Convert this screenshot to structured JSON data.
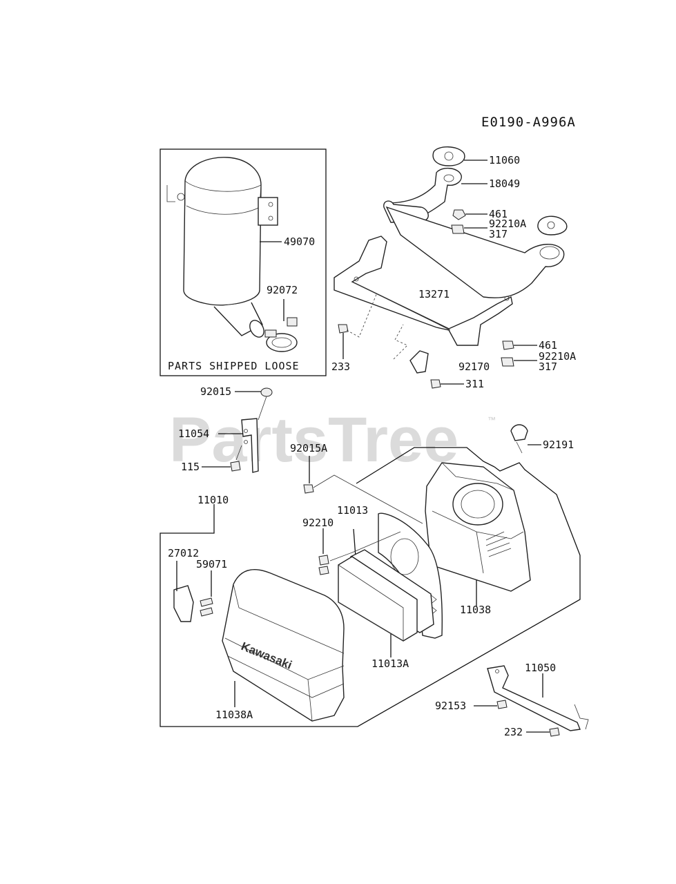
{
  "diagram": {
    "code": "E0190-A996A",
    "watermark": "PartsTree",
    "trademark": "™",
    "note": "PARTS SHIPPED LOOSE",
    "brand_text": "Kawasaki",
    "callouts": {
      "p11060": "11060",
      "p18049": "18049",
      "p461a": "461",
      "p92210a_a": "92210A",
      "p317a": "317",
      "p13271": "13271",
      "p233": "233",
      "p461b": "461",
      "p92210a_b": "92210A",
      "p317b": "317",
      "p92170": "92170",
      "p311": "311",
      "p49070": "49070",
      "p92072": "92072",
      "p92015": "92015",
      "p11054": "11054",
      "p115": "115",
      "p92015a": "92015A",
      "p92191": "92191",
      "p11010": "11010",
      "p11013": "11013",
      "p92210": "92210",
      "p27012": "27012",
      "p59071": "59071",
      "p11038": "11038",
      "p11013a": "11013A",
      "p11050": "11050",
      "p92153": "92153",
      "p232": "232",
      "p11038a": "11038A"
    }
  }
}
